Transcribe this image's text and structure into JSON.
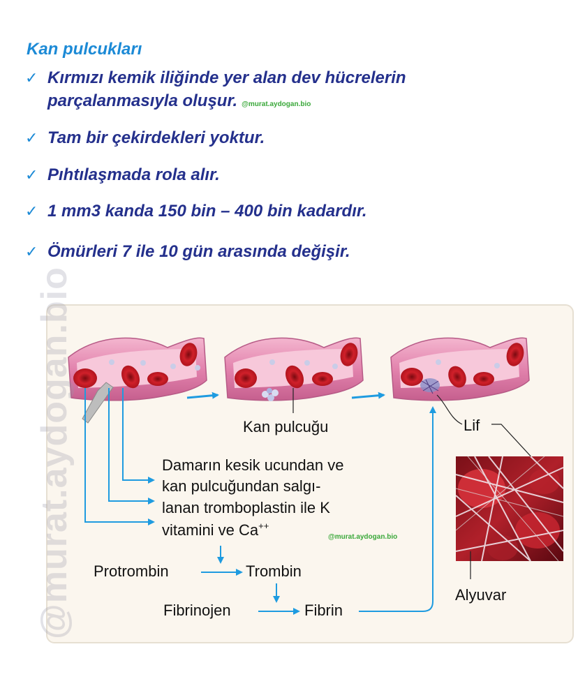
{
  "heading": "Kan pulcukları",
  "bullets": [
    {
      "line1": "Kırmızı kemik iliğinde yer alan dev hücrelerin",
      "line2": "parçalanmasıyla oluşur.",
      "watermark": "@murat.aydogan.bio"
    },
    {
      "line1": "Tam bir çekirdekleri yoktur."
    },
    {
      "line1": "Pıhtılaşmada rola alır."
    },
    {
      "line1": "1 mm3 kanda 150 bin – 400 bin kadardır."
    },
    {
      "line1": "Ömürleri 7 ile 10 gün arasında değişir."
    }
  ],
  "check_icon": "✓",
  "diagram": {
    "vertical_watermark": "@murat.aydogan.bio",
    "platelet_label": "Kan pulcuğu",
    "fiber_label": "Lif",
    "rbc_label": "Alyuvar",
    "description": [
      "Damarın kesik ucundan ve",
      "kan pulcuğundan salgı-",
      "lanan tromboplastin ile K",
      "vitamini ve Ca"
    ],
    "ca_superscript": "++",
    "inline_watermark": "@murat.aydogan.bio",
    "protrombin": "Protrombin",
    "trombin": "Trombin",
    "fibrinojen": "Fibrinojen",
    "fibrin": "Fibrin"
  },
  "colors": {
    "heading": "#1c8ad6",
    "bullet_text": "#24308c",
    "arrow": "#1e9be0",
    "vessel": "#e88fb6",
    "rbc": "#c8141e",
    "watermark_green": "#3aa83a"
  }
}
